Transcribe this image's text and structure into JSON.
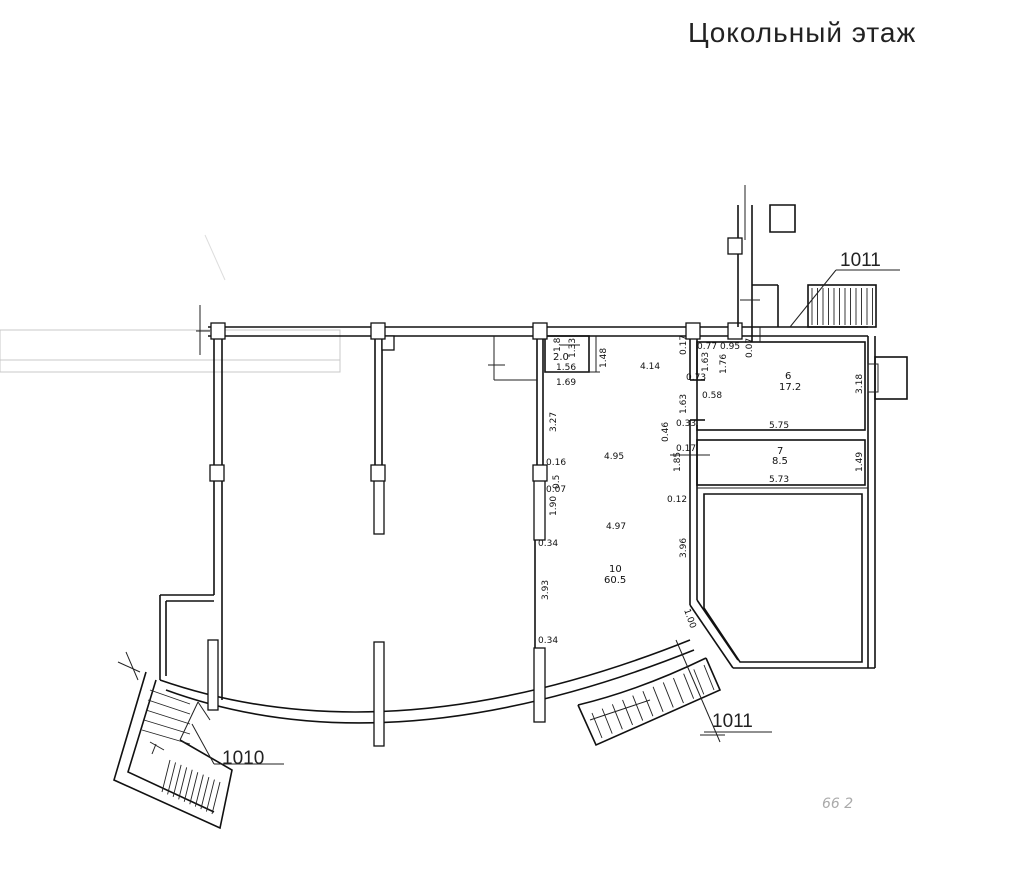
{
  "title": "Цокольный   этаж",
  "callouts": {
    "stair_ne": "1011",
    "stair_se": "1011",
    "stair_sw": "1010"
  },
  "rooms": [
    {
      "id": "room-10",
      "number": "10",
      "area": "60.5"
    },
    {
      "id": "room-6",
      "number": "6",
      "area": "17.2"
    },
    {
      "id": "room-7",
      "number": "7",
      "area": "8.5"
    },
    {
      "id": "room-wc",
      "number": "",
      "area": "2.0"
    }
  ],
  "dimensions": {
    "d_0_77": "0.77",
    "d_0_17_a": "0.17",
    "d_0_95": "0.95",
    "d_0_07_a": "0.07",
    "d_1_76": "1.76",
    "d_1_63_a": "1.63",
    "d_0_73": "0.73",
    "d_0_58": "0.58",
    "d_1_63_b": "1.63",
    "d_0_33": "0.33",
    "d_0_46": "0.46",
    "d_0_17_b": "0.17",
    "d_1_85": "1.85",
    "d_0_12": "0.12",
    "d_3_96": "3.96",
    "d_1_00": "1.00",
    "d_3_18": "3.18",
    "d_5_75": "5.75",
    "d_1_49": "1.49",
    "d_5_73": "5.73",
    "d_4_14": "4.14",
    "d_4_95": "4.95",
    "d_4_97": "4.97",
    "d_1_48": "1.48",
    "d_1_56": "1.56",
    "d_1_69": "1.69",
    "d_3_27": "3.27",
    "d_0_16": "0.16",
    "d_0_5": "0.5",
    "d_0_07_b": "0.07",
    "d_1_90": "1.90",
    "d_0_34_a": "0.34",
    "d_3_93": "3.93",
    "d_0_34_b": "0.34",
    "d_1_33": "1.33",
    "d_1_8": "1.8"
  },
  "sheet_note": "66 2"
}
